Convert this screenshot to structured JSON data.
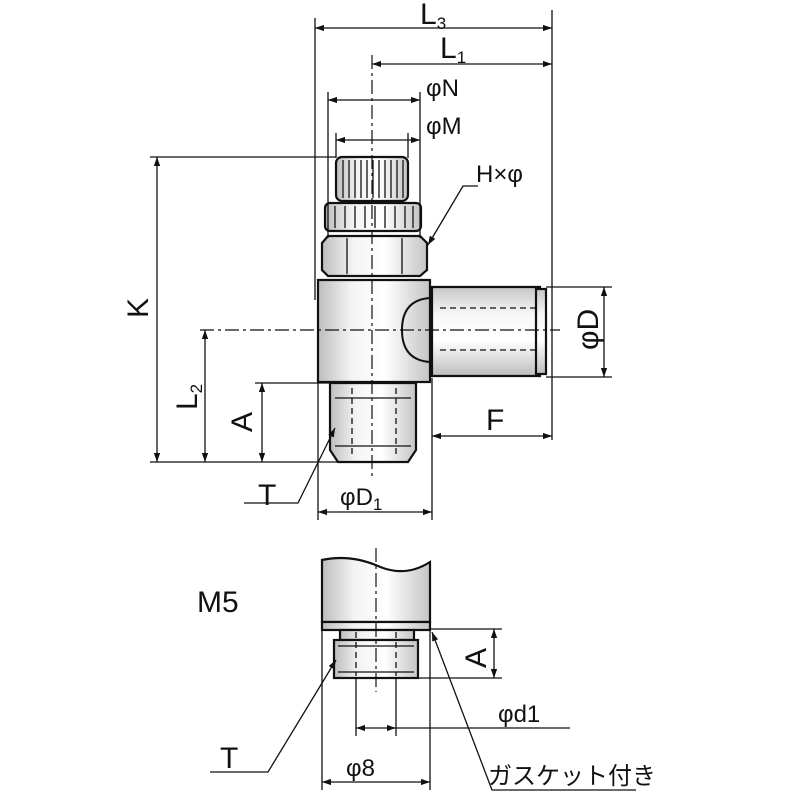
{
  "drawing": {
    "dimensions": {
      "L3": {
        "main": "L",
        "sub": "3"
      },
      "L1": {
        "main": "L",
        "sub": "1"
      },
      "N": "φN",
      "M": "φM",
      "HxPhi": "H×φ",
      "K": "K",
      "L2": {
        "main": "L",
        "sub": "2"
      },
      "A": "A",
      "D": "φD",
      "F": "F",
      "T": "T",
      "D1": {
        "main": "φD",
        "sub": "1"
      }
    },
    "m5_detail": {
      "title": "M5",
      "A": "A",
      "d1": "φd1",
      "T": "T",
      "phi8": "φ8",
      "gasket": "ガスケット付き"
    }
  }
}
